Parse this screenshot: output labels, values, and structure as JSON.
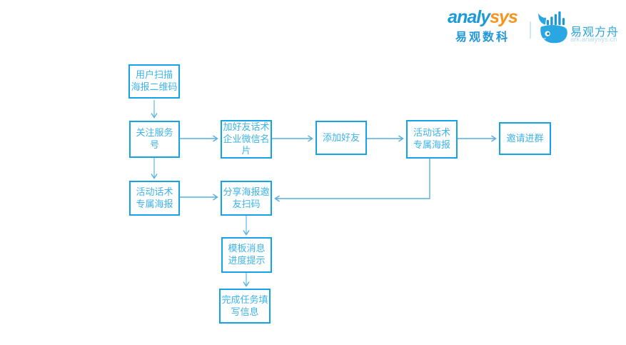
{
  "header": {
    "brand": {
      "name_prefix": "analy",
      "name_suffix": "sys",
      "subtitle": "易观数科"
    },
    "product": {
      "name": "易观方舟",
      "url": "ark.analysys.cn"
    }
  },
  "colors": {
    "node_border": "#14a3e8",
    "node_text": "#3db3eb",
    "connector": "#55b0de",
    "brand_blue": "#1b9ad8",
    "brand_orange": "#f7941d",
    "product_blue": "#2ba6e0",
    "product_url_blue": "#b5ddf0"
  },
  "flowchart": {
    "nodes": [
      {
        "id": "scan-poster-qr",
        "label": "用户扫描\n海报二维码"
      },
      {
        "id": "follow-service-account",
        "label": "关注服务\n号"
      },
      {
        "id": "add-friend-script-card",
        "label": "加好友话术\n企业微信名\n片"
      },
      {
        "id": "add-friend",
        "label": "添加好友"
      },
      {
        "id": "activity-script-poster-top",
        "label": "活动话术\n专属海报"
      },
      {
        "id": "invite-to-group",
        "label": "邀请进群"
      },
      {
        "id": "activity-script-poster-left",
        "label": "活动话术\n专属海报"
      },
      {
        "id": "share-poster-invite-scan",
        "label": "分享海报邀\n友扫码"
      },
      {
        "id": "template-message-progress",
        "label": "模板消息\n进度提示"
      },
      {
        "id": "complete-task-fill-info",
        "label": "完成任务填\n写信息"
      }
    ],
    "edges": [
      {
        "from": "scan-poster-qr",
        "to": "follow-service-account"
      },
      {
        "from": "follow-service-account",
        "to": "add-friend-script-card"
      },
      {
        "from": "add-friend-script-card",
        "to": "add-friend"
      },
      {
        "from": "add-friend",
        "to": "activity-script-poster-top"
      },
      {
        "from": "activity-script-poster-top",
        "to": "invite-to-group"
      },
      {
        "from": "follow-service-account",
        "to": "activity-script-poster-left"
      },
      {
        "from": "activity-script-poster-left",
        "to": "share-poster-invite-scan"
      },
      {
        "from": "activity-script-poster-top",
        "to": "share-poster-invite-scan"
      },
      {
        "from": "share-poster-invite-scan",
        "to": "template-message-progress"
      },
      {
        "from": "template-message-progress",
        "to": "complete-task-fill-info"
      }
    ]
  }
}
